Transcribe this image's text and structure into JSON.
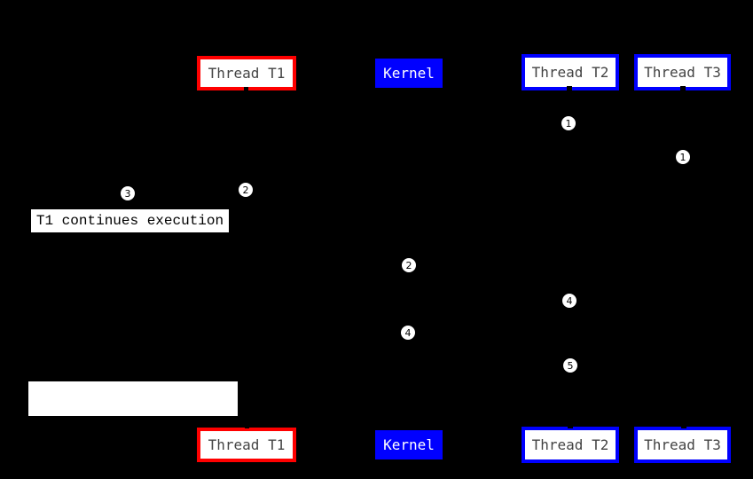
{
  "canvas": {
    "background": "#000000"
  },
  "palette": {
    "thread_t1_border": "#ff0000",
    "thread_t2_t3_border": "#0000ff",
    "kernel_fill": "#0000ff",
    "node_fill": "#ffffff",
    "node_text": "#444444",
    "kernel_text": "#ffffff",
    "marker_fill": "#ffffff",
    "marker_text": "#000000"
  },
  "nodes": {
    "top": [
      {
        "id": "thread-t1",
        "label": "Thread T1"
      },
      {
        "id": "kernel",
        "label": "Kernel"
      },
      {
        "id": "thread-t2",
        "label": "Thread T2"
      },
      {
        "id": "thread-t3",
        "label": "Thread T3"
      }
    ],
    "bottom": [
      {
        "id": "thread-t1",
        "label": "Thread T1"
      },
      {
        "id": "kernel",
        "label": "Kernel"
      },
      {
        "id": "thread-t2",
        "label": "Thread T2"
      },
      {
        "id": "thread-t3",
        "label": "Thread T3"
      }
    ]
  },
  "step_markers": [
    {
      "label": "1"
    },
    {
      "label": "1"
    },
    {
      "label": "2"
    },
    {
      "label": "3"
    },
    {
      "label": "2"
    },
    {
      "label": "4"
    },
    {
      "label": "4"
    },
    {
      "label": "5"
    }
  ],
  "annotations": {
    "t1_continues": "T1 continues execution",
    "blank_note": ""
  }
}
